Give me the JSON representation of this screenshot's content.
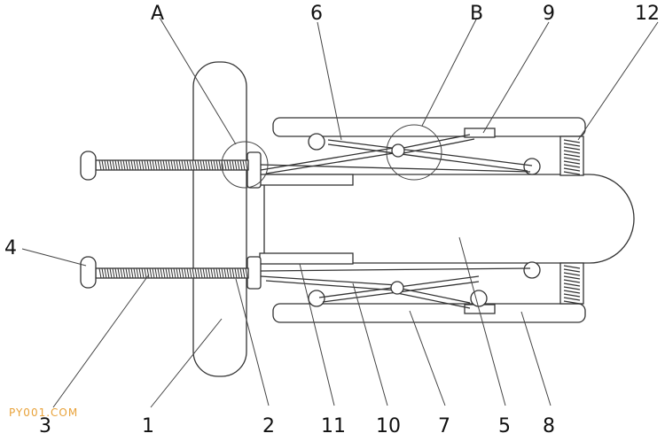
{
  "labels": {
    "A": "A",
    "B": "B",
    "n1": "1",
    "n2": "2",
    "n3": "3",
    "n4": "4",
    "n5": "5",
    "n6": "6",
    "n7": "7",
    "n8": "8",
    "n9": "9",
    "n10": "10",
    "n11": "11",
    "n12": "12"
  },
  "watermark": "PY001.COM"
}
